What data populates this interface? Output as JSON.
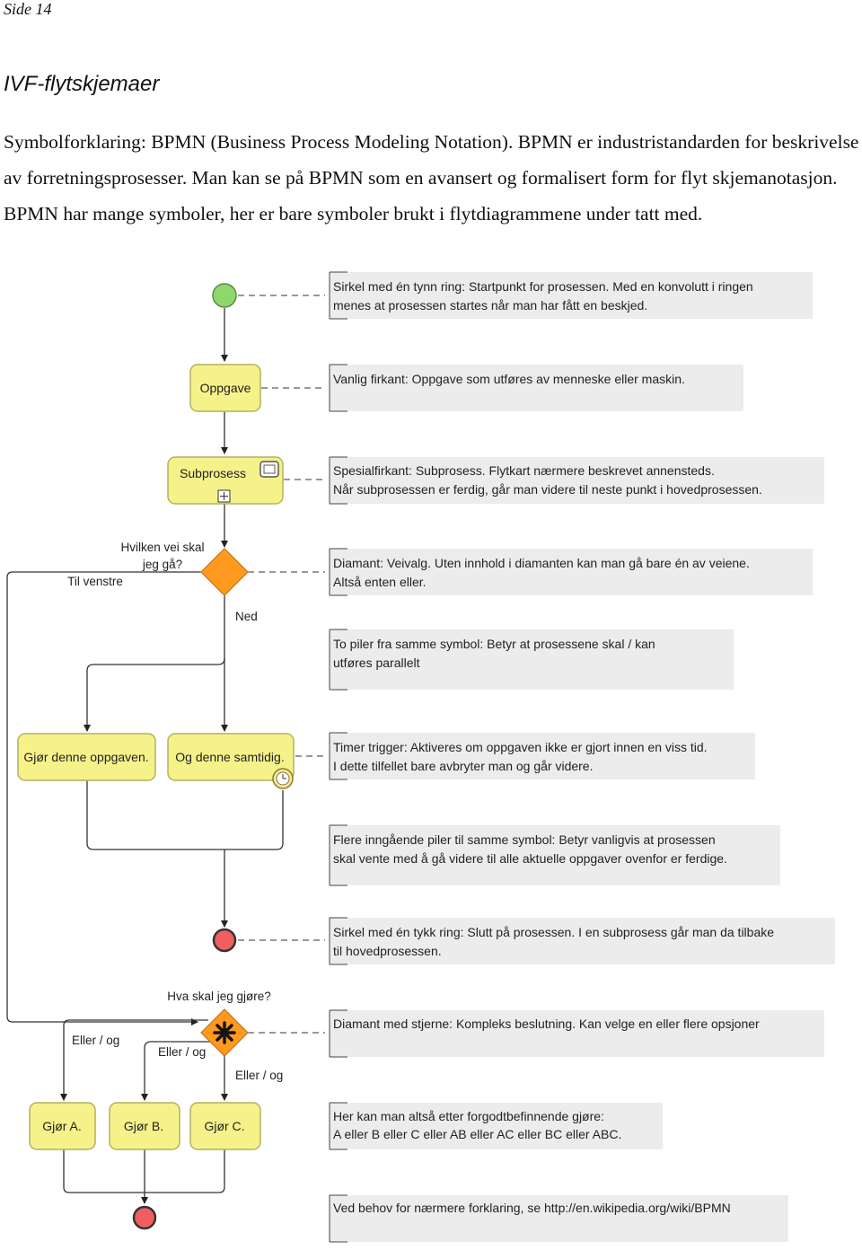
{
  "header": {
    "page_label": "Side 14"
  },
  "section": {
    "title": "IVF-flytskjemaer"
  },
  "intro": {
    "text": "Symbolforklaring: BPMN (Business Process Modeling Notation). BPMN er industristandarden for beskrivelse av forretningsprosesser. Man kan se på BPMN som en avansert og formalisert form for flyt skjemanotasjon. BPMN har mange symboler, her er bare symboler brukt i flytdiagrammene under tatt med."
  },
  "diagram": {
    "tasks": {
      "oppgave": "Oppgave",
      "subprosess": "Subprosess",
      "gjor_denne": "Gjør denne oppgaven.",
      "og_denne": "Og denne samtidig.",
      "gjor_a": "Gjør A.",
      "gjor_b": "Gjør B.",
      "gjor_c": "Gjør C."
    },
    "labels": {
      "hvilken_vei_1": "Hvilken vei skal",
      "hvilken_vei_2": "jeg gå?",
      "til_venstre": "Til venstre",
      "ned": "Ned",
      "hva_skal": "Hva skal jeg gjøre?",
      "eller_og_1": "Eller / og",
      "eller_og_2": "Eller / og",
      "eller_og_3": "Eller / og"
    },
    "notes": {
      "start_1": "Sirkel med én tynn ring: Startpunkt for prosessen. Med en konvolutt i ringen",
      "start_2": "menes at prosessen startes når man har fått en beskjed.",
      "task_1": "Vanlig firkant: Oppgave som utføres av menneske eller maskin.",
      "sub_1": "Spesialfirkant: Subprosess. Flytkart nærmere beskrevet annensteds.",
      "sub_2": "Når subprosessen er ferdig, går man videre til neste punkt i hovedprosessen.",
      "gw_1": "Diamant: Veivalg. Uten innhold i diamanten kan man gå bare én av veiene.",
      "gw_2": "Altså enten eller.",
      "par_1": "To piler fra samme symbol: Betyr at prosessene skal / kan",
      "par_2": "utføres parallelt",
      "timer_1": "Timer trigger: Aktiveres om oppgaven ikke er gjort innen en viss tid.",
      "timer_2": "I dette tilfellet bare avbryter man og går videre.",
      "join_1": "Flere inngående piler til samme symbol: Betyr vanligvis at prosessen",
      "join_2": "skal vente med å gå videre til alle aktuelle oppgaver ovenfor er ferdige.",
      "end_1": "Sirkel med én tykk ring: Slutt på prosessen. I en subprosess går man da tilbake",
      "end_2": "til hovedprosessen.",
      "complex_1": "Diamant med stjerne: Kompleks beslutning. Kan velge en eller flere opsjoner",
      "combo_1": "Her kan man altså etter forgodtbefinnende gjøre:",
      "combo_2": "A eller B eller C eller AB eller AC eller BC eller ABC.",
      "link_1": "Ved behov for nærmere forklaring, se http://en.wikipedia.org/wiki/BPMN"
    },
    "colors": {
      "start_fill": "#8ed86a",
      "task_fill": "#f5f28a",
      "task_border": "#b4b060",
      "gateway_fill": "#ff9a1e",
      "end_fill": "#ef5f5f",
      "note_fill": "#ececec"
    }
  }
}
